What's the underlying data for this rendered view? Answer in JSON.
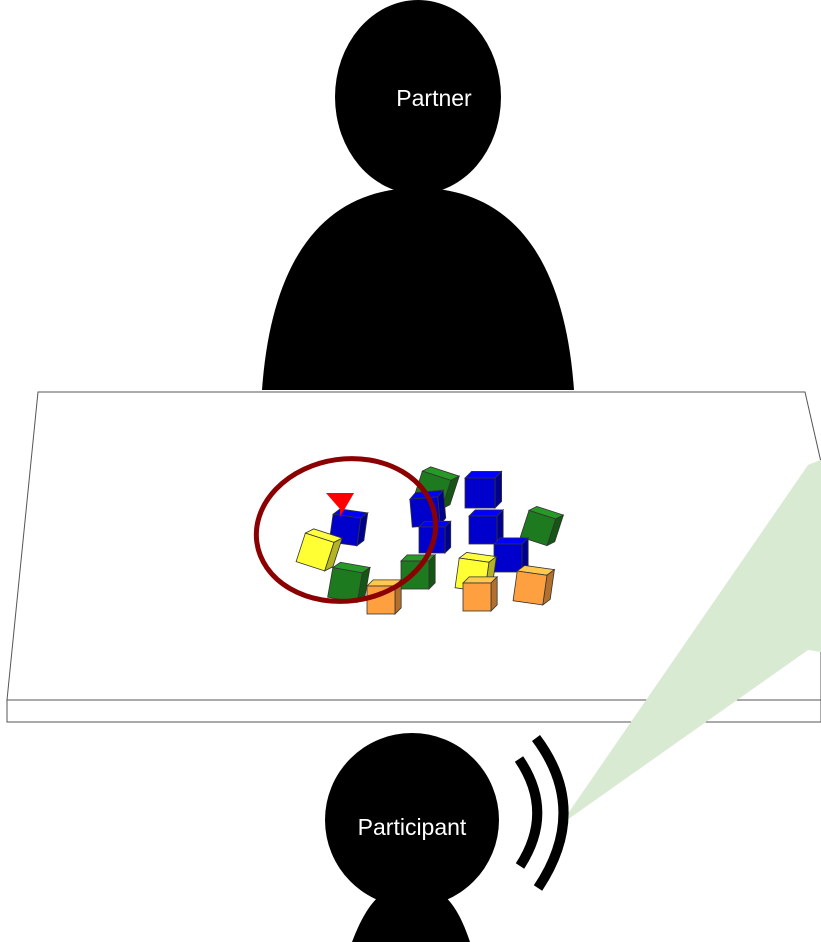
{
  "labels": {
    "partner": "Partner",
    "participant": "Participant"
  },
  "colors": {
    "figure": "#000000",
    "table_top": "#ffffff",
    "table_edge": "#555555",
    "speech_bubble": "#d9ead3",
    "selection_circle": "#8b0000",
    "pointer": "#ff0000",
    "block_blue": "#0000cc",
    "block_green": "#1e7a1e",
    "block_yellow": "#ffff33",
    "block_orange": "#ffa040"
  },
  "blocks": [
    {
      "color": "block_green"
    },
    {
      "color": "block_blue"
    },
    {
      "color": "block_blue"
    },
    {
      "color": "block_blue"
    },
    {
      "color": "block_blue"
    },
    {
      "color": "block_green"
    },
    {
      "color": "block_blue"
    },
    {
      "color": "block_blue"
    },
    {
      "color": "block_yellow"
    },
    {
      "color": "block_green"
    },
    {
      "color": "block_green"
    },
    {
      "color": "block_orange"
    },
    {
      "color": "block_yellow"
    },
    {
      "color": "block_orange"
    },
    {
      "color": "block_orange"
    }
  ]
}
